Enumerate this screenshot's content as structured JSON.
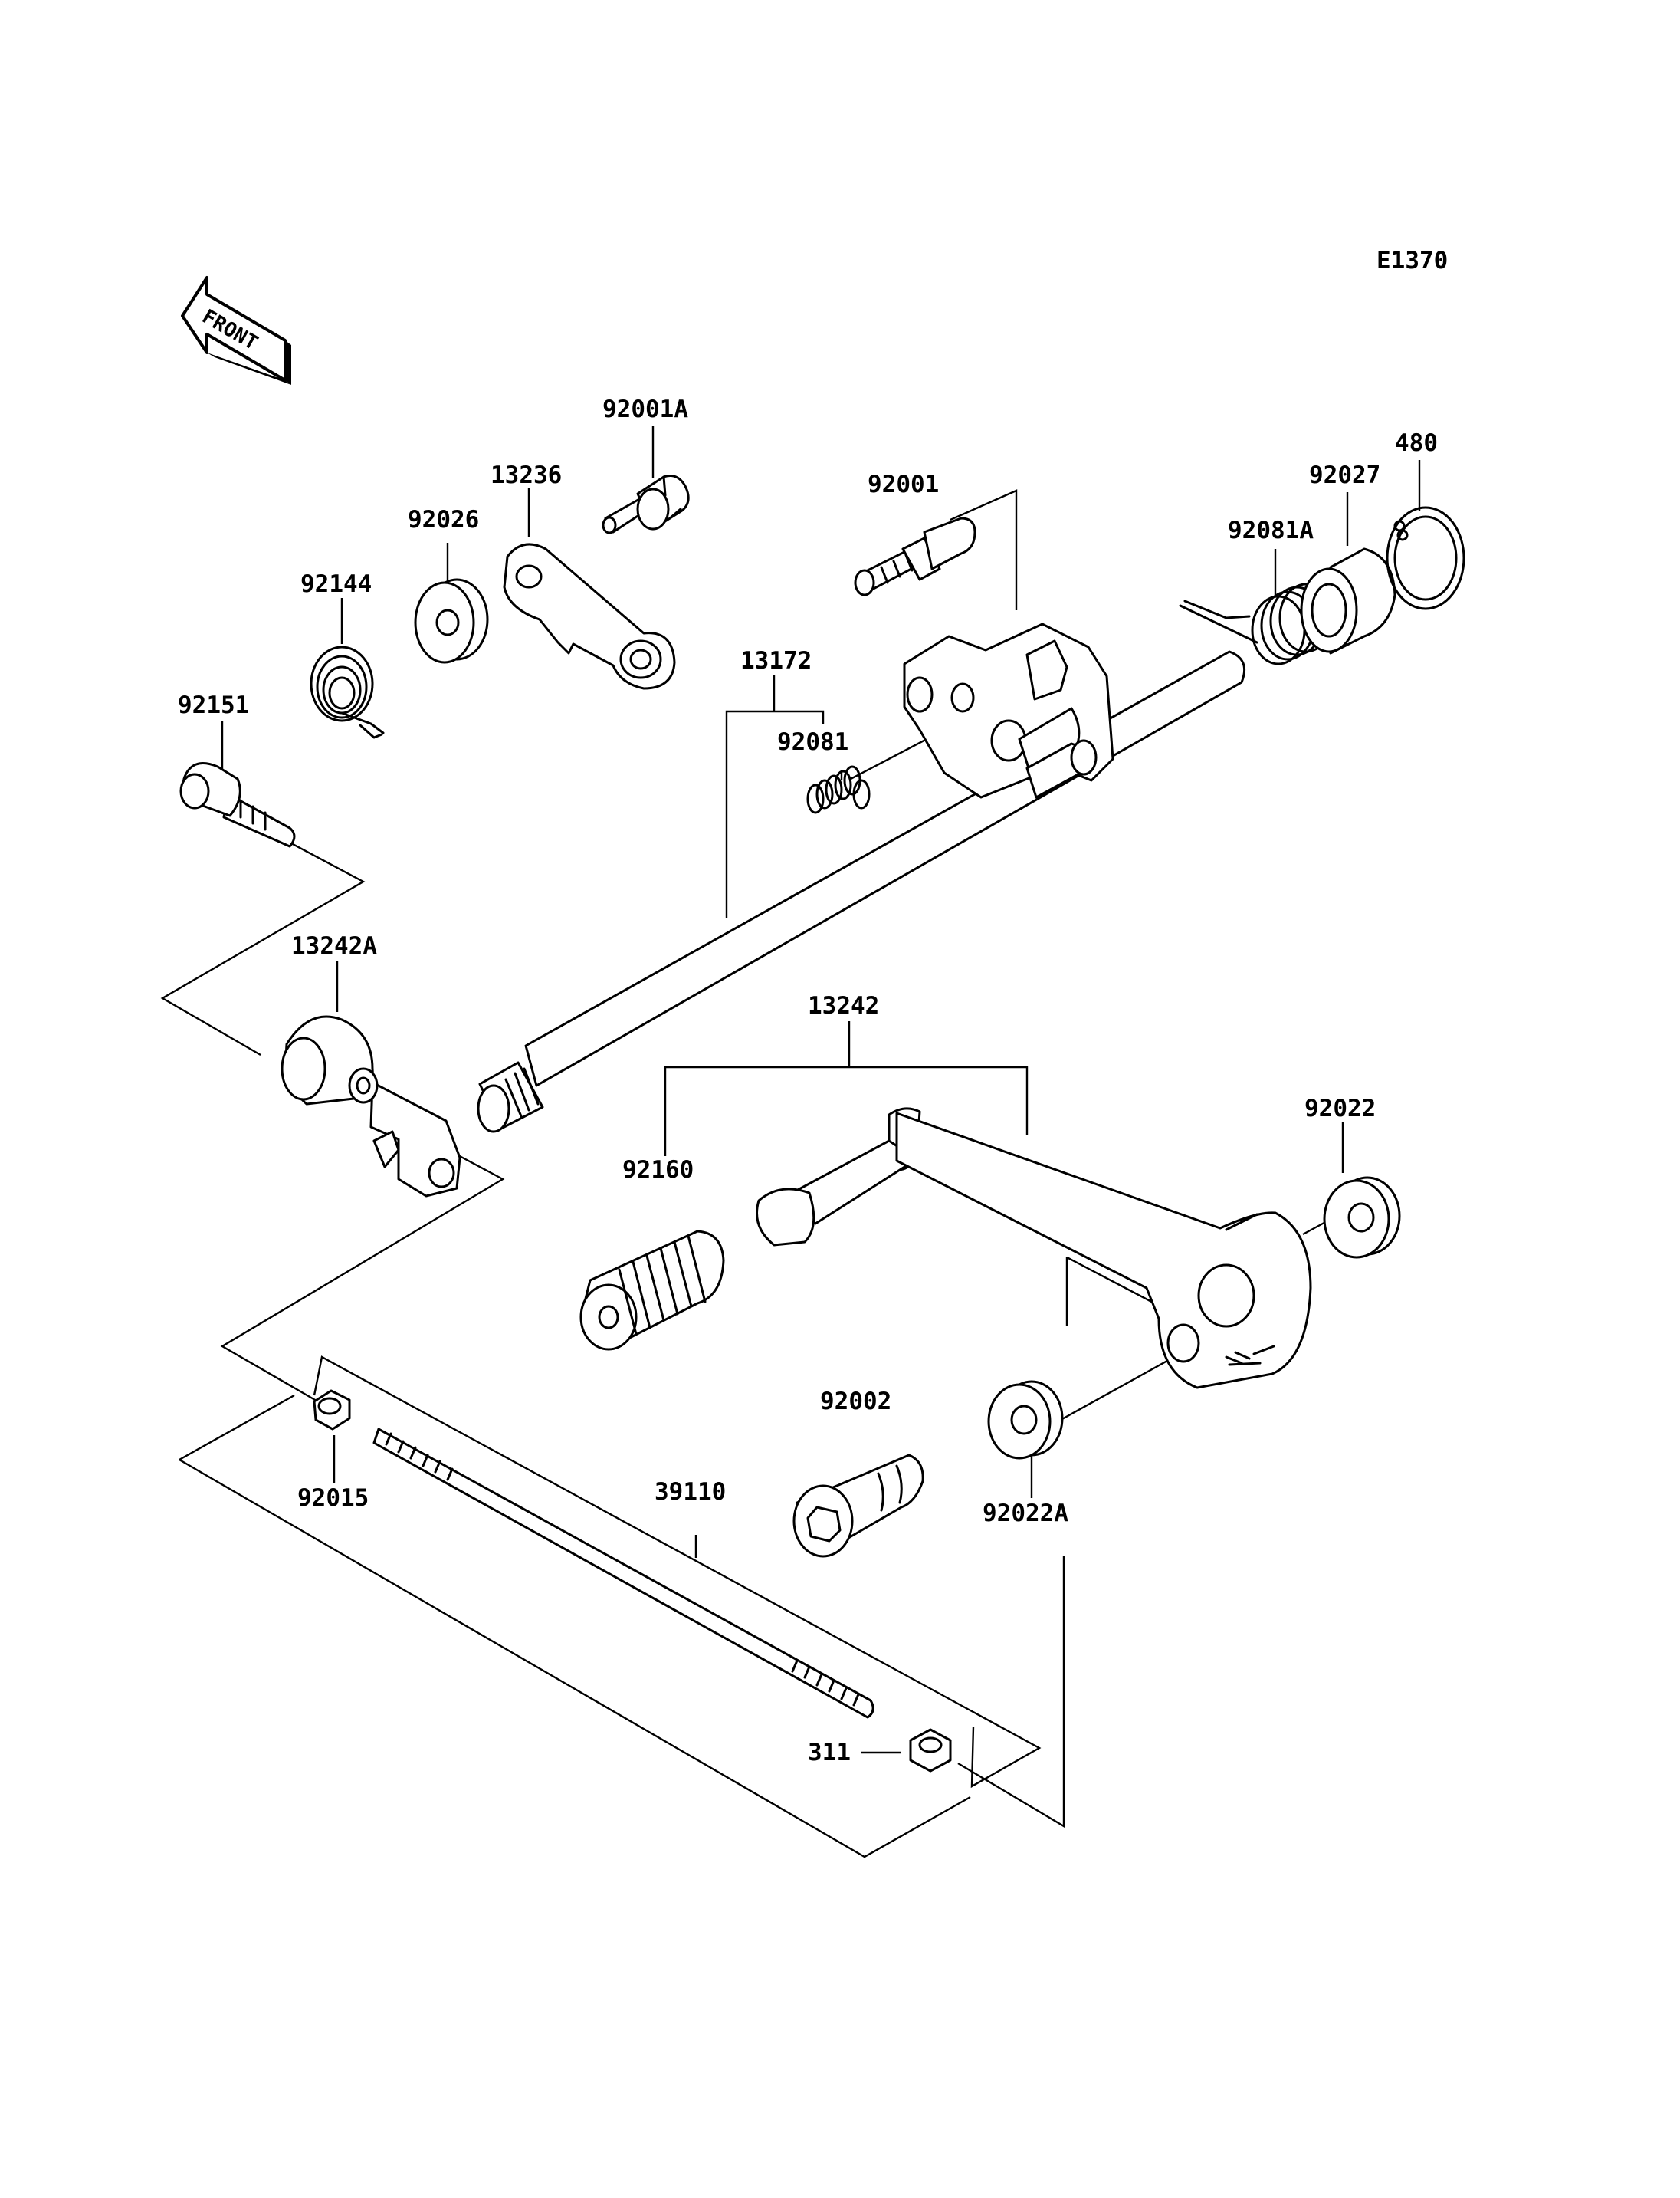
{
  "figure_code": "E1370",
  "front_marker": "FRONT",
  "parts": {
    "p92001A": "92001A",
    "p13236": "13236",
    "p92026": "92026",
    "p92144": "92144",
    "p92151": "92151",
    "p92001": "92001",
    "p13172": "13172",
    "p92081": "92081",
    "p92081A": "92081A",
    "p92027": "92027",
    "p480": "480",
    "p13242A": "13242A",
    "p13242": "13242",
    "p92022": "92022",
    "p92160": "92160",
    "p92002": "92002",
    "p92022A": "92022A",
    "p92015": "92015",
    "p39110": "39110",
    "p311": "311"
  }
}
